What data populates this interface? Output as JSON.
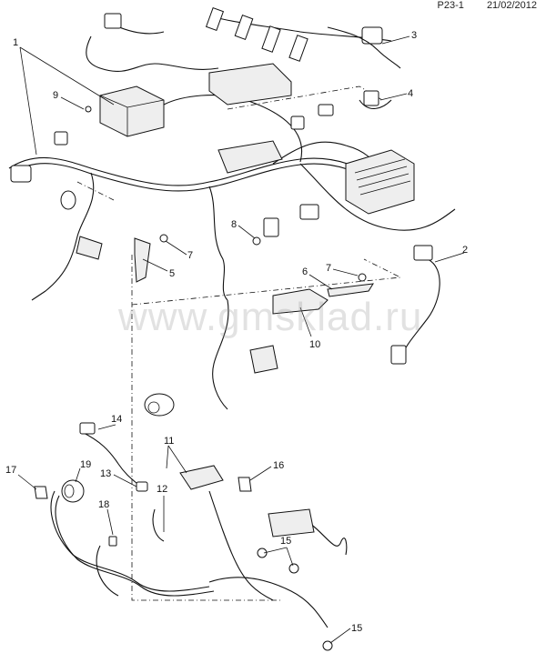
{
  "header": {
    "page_code": "P23-1",
    "date": "21/02/2012"
  },
  "watermark": "www.gmsklad.ru",
  "callouts": [
    "1",
    "2",
    "3",
    "4",
    "5",
    "6",
    "7",
    "7",
    "8",
    "9",
    "10",
    "11",
    "12",
    "13",
    "14",
    "15",
    "15",
    "16",
    "17",
    "18",
    "19"
  ]
}
